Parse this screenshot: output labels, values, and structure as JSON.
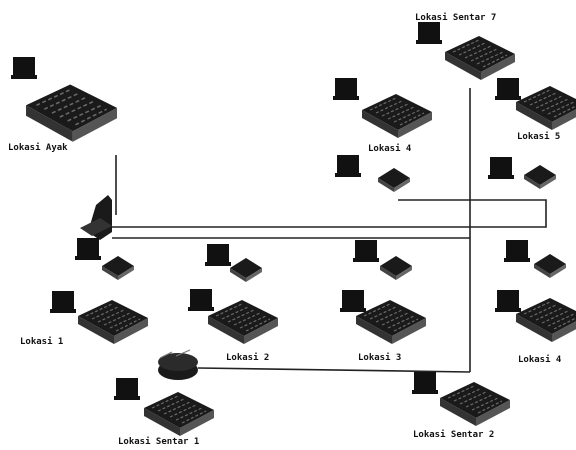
{
  "labels": {
    "hub": "Lokasi Ayak",
    "lokasi_1": "Lokasi 1",
    "lokasi_2": "Lokasi 2",
    "lokasi_3": "Lokasi 3",
    "lokasi_4_right": "Lokasi 4",
    "lokasi_4_top": "Lokasi 4",
    "lokasi_5": "Lokasi 5",
    "sentar_1": "Lokasi Sentar 1",
    "sentar_2": "Lokasi Sentar 2",
    "sentar_7": "Lokasi Sentar 7"
  },
  "colors": {
    "ink": "#111111",
    "paper": "#ffffff"
  }
}
